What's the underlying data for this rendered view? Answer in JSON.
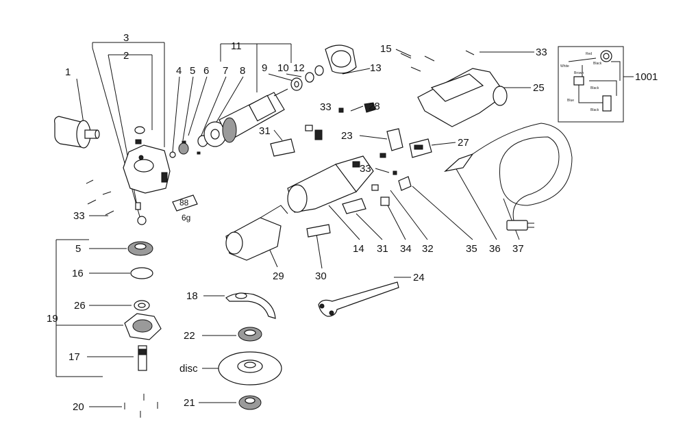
{
  "diagram": {
    "callouts": {
      "c1": "1",
      "c2": "2",
      "c3": "3",
      "c4": "4",
      "c5": "5",
      "c6": "6",
      "c7": "7",
      "c8": "8",
      "c9": "9",
      "c10": "10",
      "c11": "11",
      "c12": "12",
      "c13": "13",
      "c14": "14",
      "c15": "15",
      "c16": "16",
      "c17": "17",
      "c18": "18",
      "c19": "19",
      "c20": "20",
      "c21": "21",
      "c22": "22",
      "c23": "23",
      "c24": "24",
      "c25": "25",
      "c26": "26",
      "c27": "27",
      "c28": "28",
      "c29": "29",
      "c30": "30",
      "c31a": "31",
      "c31b": "31",
      "c32": "32",
      "c33a": "33",
      "c33b": "33",
      "c33c": "33",
      "c33d": "33",
      "c34": "34",
      "c35": "35",
      "c36": "36",
      "c37": "37",
      "c5b": "5",
      "c1001": "1001",
      "disc": "disc",
      "grease_qty": "88",
      "grease_unit": "6g"
    },
    "wiring_labels": {
      "w1": "Red",
      "w2": "White",
      "w3": "Brown",
      "w4": "Black",
      "w5": "Blue",
      "w6": "Black",
      "w7": "Black"
    }
  }
}
